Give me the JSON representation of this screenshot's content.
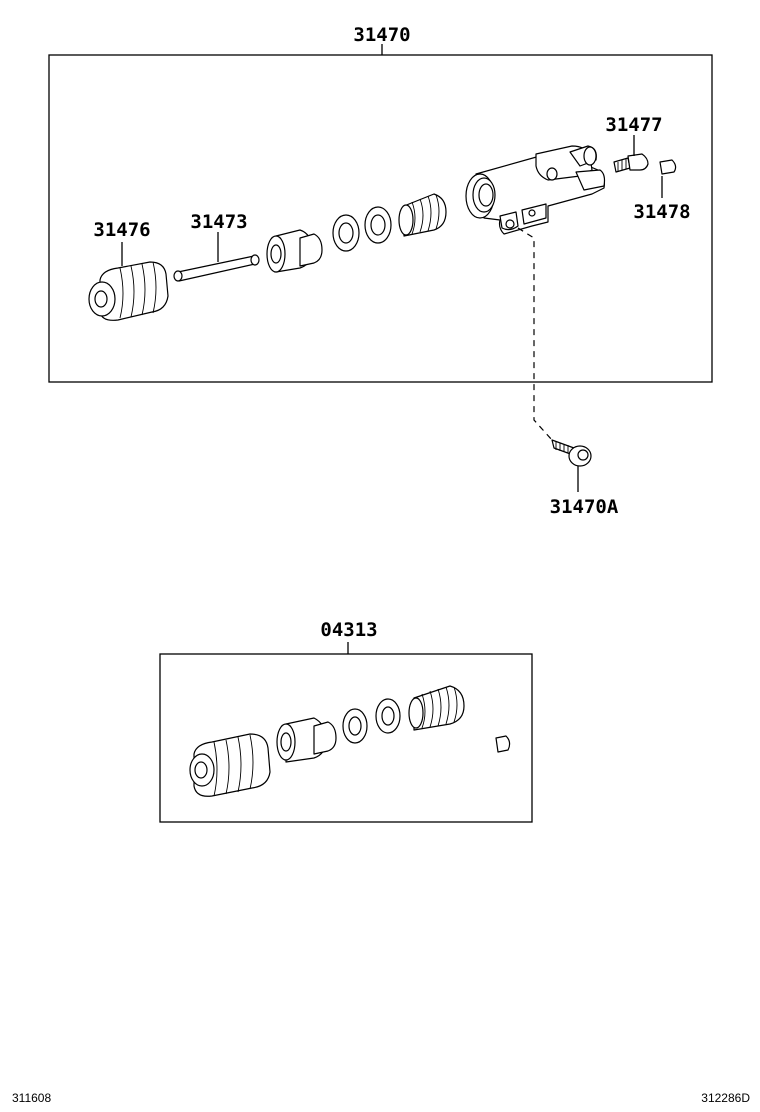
{
  "parts": {
    "assembly": "31470",
    "bolt": "31470A",
    "boot": "31476",
    "push_rod": "31473",
    "bleeder_plug": "31477",
    "bleeder_cap": "31478",
    "repair_kit": "04313"
  },
  "footer": {
    "left_code": "311608",
    "right_code": "312286D"
  }
}
